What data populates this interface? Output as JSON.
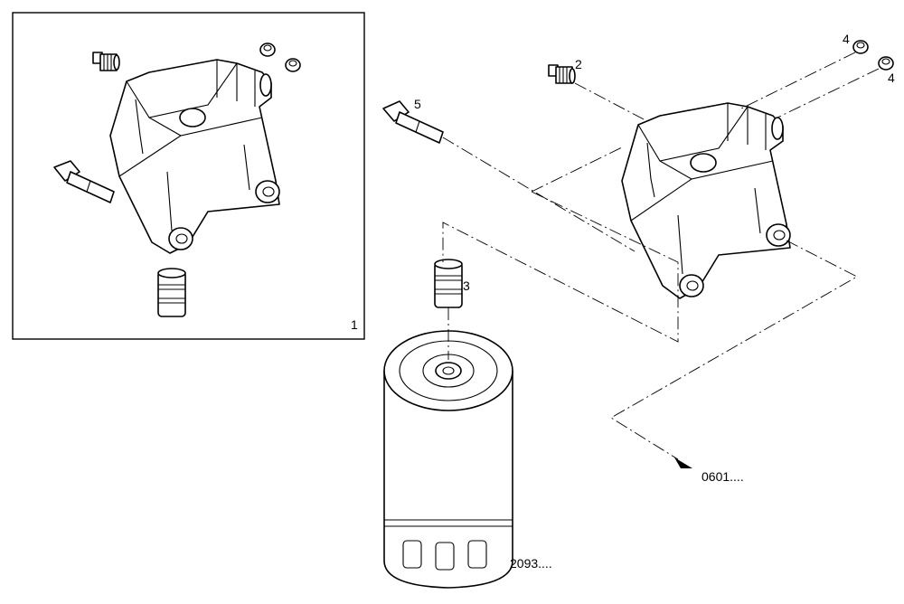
{
  "callouts": {
    "assembly": "1",
    "plug_valve": "2",
    "adapter": "3",
    "cap_a": "4",
    "cap_b": "4",
    "bolt": "5"
  },
  "references": {
    "oil_filter": "2093....",
    "continuation": "0601...."
  },
  "colors": {
    "line": "#000000",
    "background": "#ffffff"
  }
}
